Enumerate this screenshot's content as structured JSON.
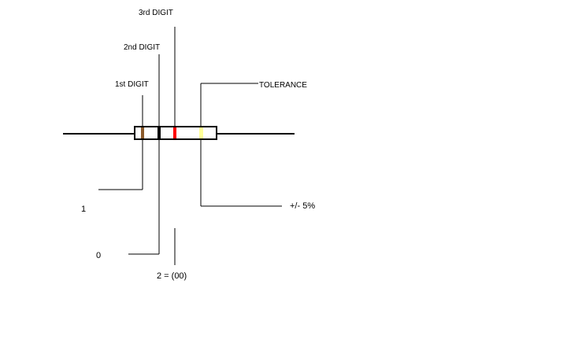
{
  "labels": {
    "digit1": "1st DIGIT",
    "digit2": "2nd DIGIT",
    "digit3": "3rd DIGIT",
    "tolerance": "TOLERANCE"
  },
  "values": {
    "digit1": "1",
    "digit2": "0",
    "digit3": "2 = (00)",
    "tolerance": "+/- 5%"
  },
  "bands": {
    "digit1": "#8b5a2b",
    "digit2": "#000000",
    "digit3": "#ff0000",
    "tolerance": "#ffff99"
  },
  "colors": {
    "lead": "#000000",
    "body": "#ffffff",
    "outline": "#000000"
  }
}
